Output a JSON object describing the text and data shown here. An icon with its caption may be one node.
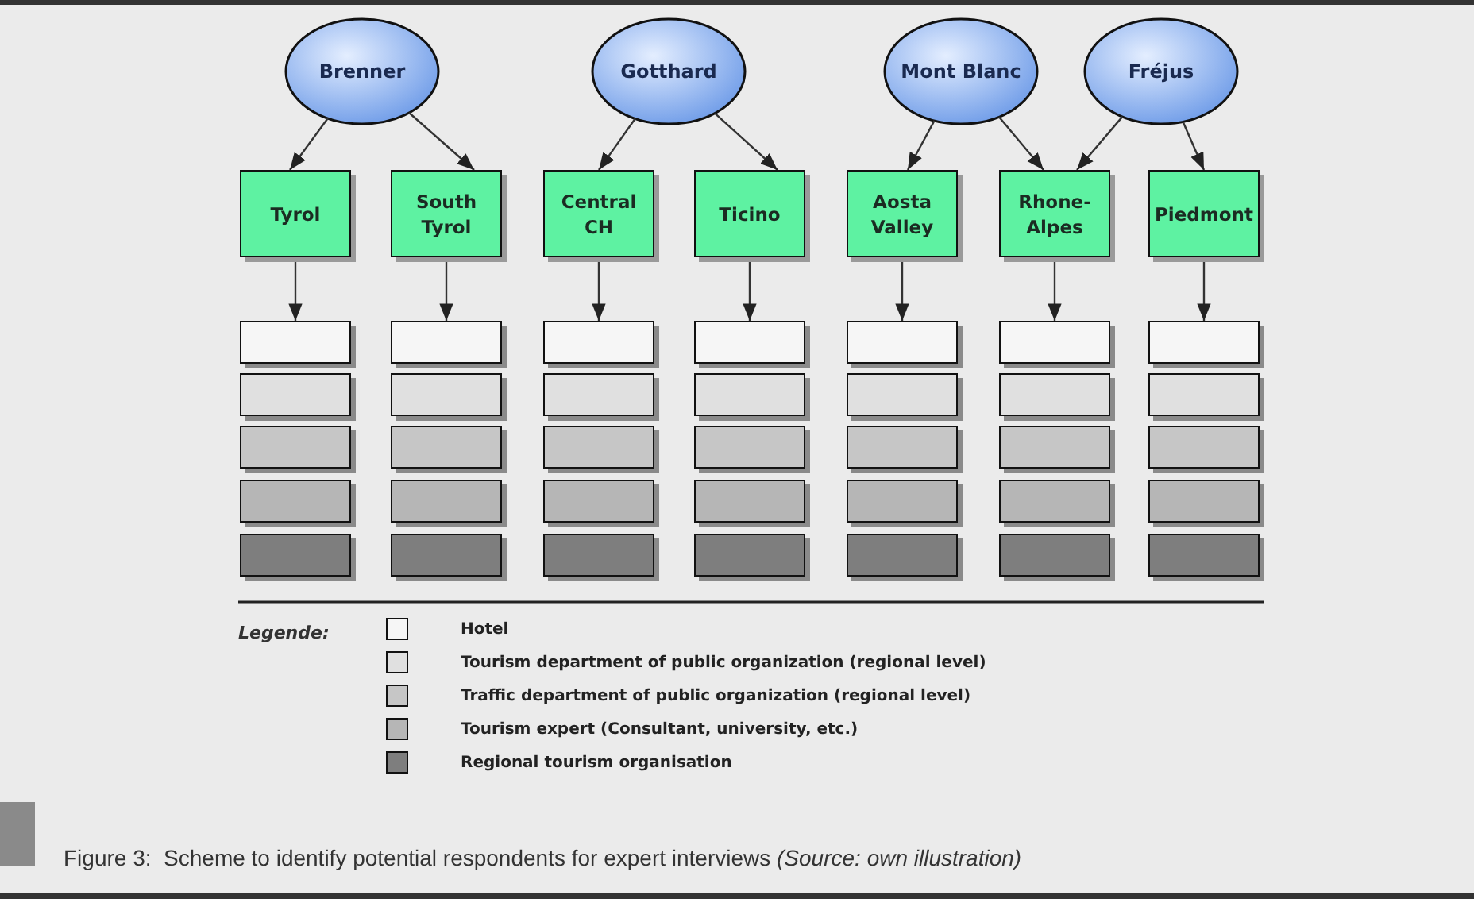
{
  "diagram": {
    "caption": "Figure 3:  Scheme to identify potential respondents for expert interviews *(Source: own illustration)*",
    "nodes": [
      {
        "text": [
          "Brenner"
        ]
      },
      {
        "text": [
          "Gotthard"
        ]
      },
      {
        "text": [
          "Mont Blanc"
        ]
      },
      {
        "text": [
          "Fréjus"
        ]
      },
      {
        "text": [
          "Tyrol"
        ]
      },
      {
        "text": [
          "South Tyrol"
        ]
      },
      {
        "text": [
          "Central CH"
        ]
      },
      {
        "text": [
          "Ticino"
        ]
      },
      {
        "text": [
          "Aosta Valley"
        ]
      },
      {
        "text": [
          "Rhone-Alpes"
        ]
      },
      {
        "text": [
          "Piedmont"
        ]
      },
      {
        "text": [],
        "shape": "box"
      },
      {
        "text": [],
        "shape": "box"
      },
      {
        "text": [],
        "shape": "box"
      },
      {
        "text": [],
        "shape": "box"
      },
      {
        "text": [],
        "shape": "box"
      },
      {
        "text": [],
        "shape": "box"
      },
      {
        "text": [],
        "shape": "box"
      },
      {
        "text": [],
        "shape": "box"
      },
      {
        "text": [],
        "shape": "box"
      },
      {
        "text": [],
        "shape": "box"
      },
      {
        "text": [],
        "shape": "box"
      },
      {
        "text": [],
        "shape": "box"
      },
      {
        "text": [],
        "shape": "box"
      },
      {
        "text": [],
        "shape": "box"
      },
      {
        "text": [],
        "shape": "box"
      },
      {
        "text": [],
        "shape": "box"
      },
      {
        "text": [],
        "shape": "box"
      },
      {
        "text": [],
        "shape": "box"
      },
      {
        "text": [],
        "shape": "box"
      },
      {
        "text": [],
        "shape": "box"
      },
      {
        "text": [],
        "shape": "box"
      },
      {
        "text": [],
        "shape": "box"
      },
      {
        "text": [],
        "shape": "box"
      },
      {
        "text": [],
        "shape": "box"
      },
      {
        "text": [],
        "shape": "box"
      },
      {
        "text": [],
        "shape": "box"
      },
      {
        "text": [],
        "shape": "box"
      },
      {
        "text": [],
        "shape": "box"
      },
      {
        "text": [],
        "shape": "box"
      },
      {
        "text": [],
        "shape": "box"
      },
      {
        "text": [],
        "shape": "box"
      },
      {
        "text": [],
        "shape": "box"
      },
      {
        "text": [],
        "shape": "box"
      },
      {
        "text": [],
        "shape": "box"
      },
      {
        "text": [],
        "shape": "box"
      }
    ],
    "edges": [
      {
        "from": 0,
        "to": 4,
        "arrow": "to"
      },
      {
        "from": 0,
        "to": 5,
        "arrow": "to"
      },
      {
        "from": 1,
        "to": 6,
        "arrow": "to"
      },
      {
        "from": 1,
        "to": 7,
        "arrow": "to"
      },
      {
        "from": 2,
        "to": 8,
        "arrow": "to"
      },
      {
        "from": 2,
        "to": 9,
        "arrow": "to"
      },
      {
        "from": 3,
        "to": 9,
        "arrow": "to"
      },
      {
        "from": 3,
        "to": 10,
        "arrow": "to"
      },
      {
        "from": 4,
        "to": 11,
        "arrow": "to"
      },
      {
        "from": 5,
        "to": 12,
        "arrow": "to"
      },
      {
        "from": 6,
        "to": 13,
        "arrow": "to"
      },
      {
        "from": 7,
        "to": 14,
        "arrow": "to"
      },
      {
        "from": 8,
        "to": 15,
        "arrow": "to"
      },
      {
        "from": 9,
        "to": 16,
        "arrow": "to"
      },
      {
        "from": 10,
        "to": 17,
        "arrow": "to"
      }
    ],
    "labels": [
      "Legende:"
    ],
    "legend": [
      {
        "text": "Hotel",
        "color": "#f6f6f6"
      },
      {
        "text": "Tourism department of public organization (regional level)",
        "color": "#e0e0e0"
      },
      {
        "text": "Traffic department of public organization (regional level)",
        "color": "#c6c6c6"
      },
      {
        "text": "Tourism expert (Consultant, university, etc.)",
        "color": "#b6b6b6"
      },
      {
        "text": "Regional tourism organisation",
        "color": "#7e7e7e"
      }
    ]
  }
}
